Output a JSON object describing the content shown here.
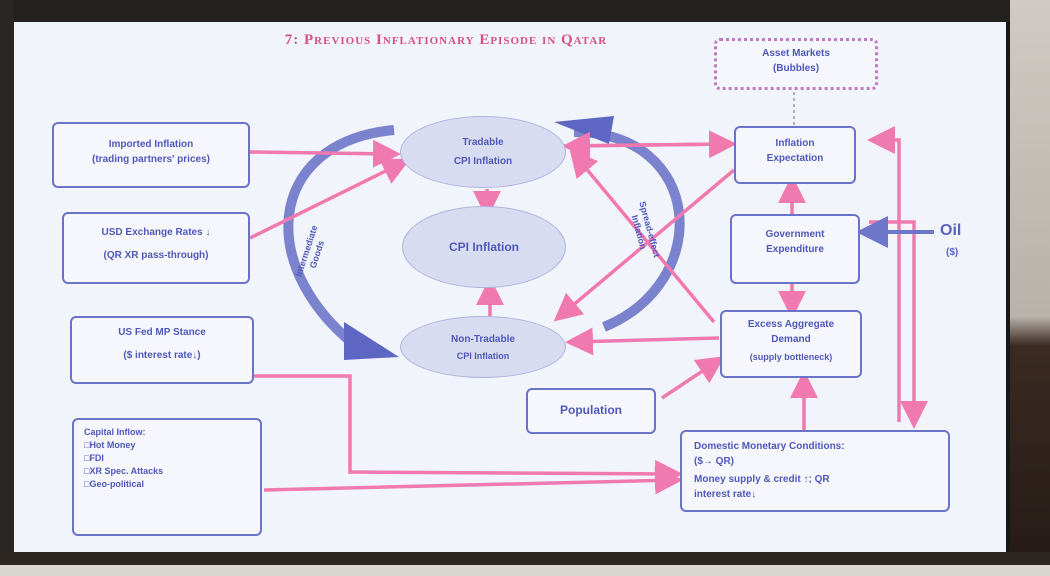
{
  "title": "7: Previous Inflationary Episode in Qatar",
  "nodes": {
    "asset_markets": {
      "line1": "Asset Markets",
      "line2": "(Bubbles)"
    },
    "imported_inflation": {
      "line1": "Imported Inflation",
      "line2": "(trading partners' prices)"
    },
    "usd_exchange": {
      "line1": "USD Exchange Rates ↓",
      "line2": "(QR XR pass-through)"
    },
    "us_fed": {
      "line1": "US Fed MP Stance",
      "line2": "($ interest rate↓)"
    },
    "capital_inflow": {
      "heading": "Capital Inflow:",
      "items": [
        "Hot Money",
        "FDI",
        "XR Spec. Attacks",
        "Geo-political"
      ]
    },
    "tradable_cpi": {
      "line1": "Tradable",
      "line2": "CPI Inflation"
    },
    "cpi_inflation": {
      "line1": "CPI Inflation"
    },
    "non_tradable_cpi": {
      "line1": "Non-Tradable",
      "line2": "CPI Inflation"
    },
    "inflation_expectation": {
      "line1": "Inflation",
      "line2": "Expectation"
    },
    "government_expenditure": {
      "line1": "Government",
      "line2": "Expenditure"
    },
    "excess_demand": {
      "line1": "Excess Aggregate",
      "line2": "Demand",
      "line3": "(supply bottleneck)"
    },
    "population": {
      "line1": "Population"
    },
    "domestic_monetary": {
      "line1": "Domestic Monetary Conditions:",
      "line2": "($→ QR)",
      "line3": "Money supply & credit ↑; QR",
      "line4": "interest rate↓"
    }
  },
  "labels": {
    "intermediate_goods": {
      "line1": "Intermediate",
      "line2": "Goods"
    },
    "spread_effect": {
      "line1": "Spread-effect",
      "line2": "Inflation"
    },
    "oil": "Oil",
    "oil_unit": "($)"
  },
  "colors": {
    "arrow": "#f07ab0",
    "box_border": "#6b73c8",
    "text": "#4f58b8",
    "title": "#d5508a",
    "ellipse": "#d8dcf0"
  }
}
